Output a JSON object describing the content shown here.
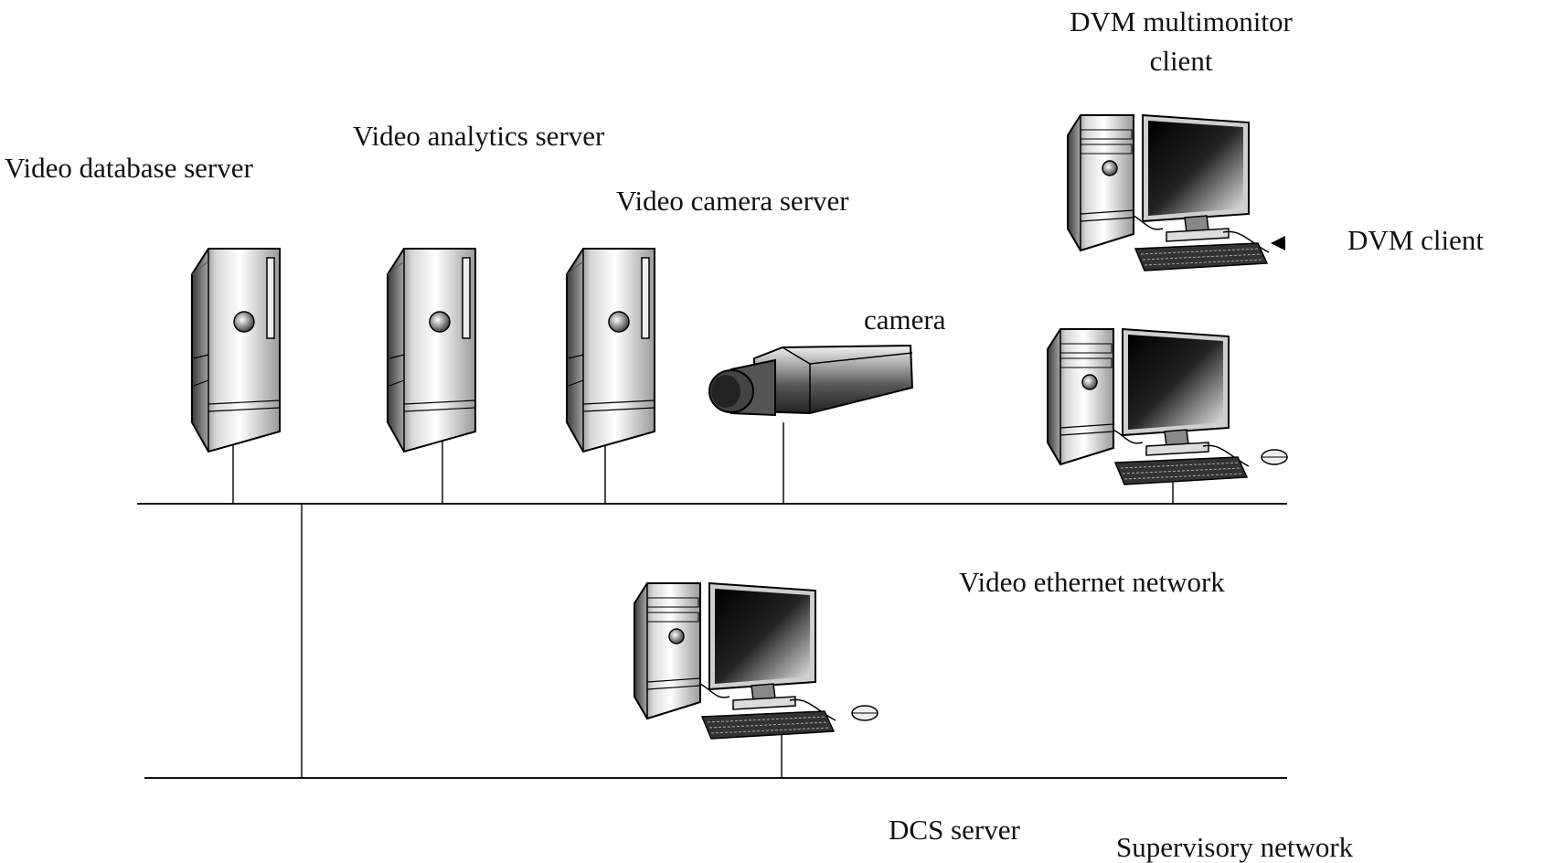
{
  "labels": {
    "video_database_server": "Video database server",
    "video_analytics_server": "Video analytics server",
    "video_camera_server": "Video camera server",
    "camera": "camera",
    "dvm_multimonitor_client_line1": "DVM multimonitor",
    "dvm_multimonitor_client_line2": "client",
    "dvm_client": "DVM client",
    "video_ethernet_network": "Video ethernet network",
    "dcs_server": "DCS server",
    "supervisory_network": "Supervisory network"
  }
}
